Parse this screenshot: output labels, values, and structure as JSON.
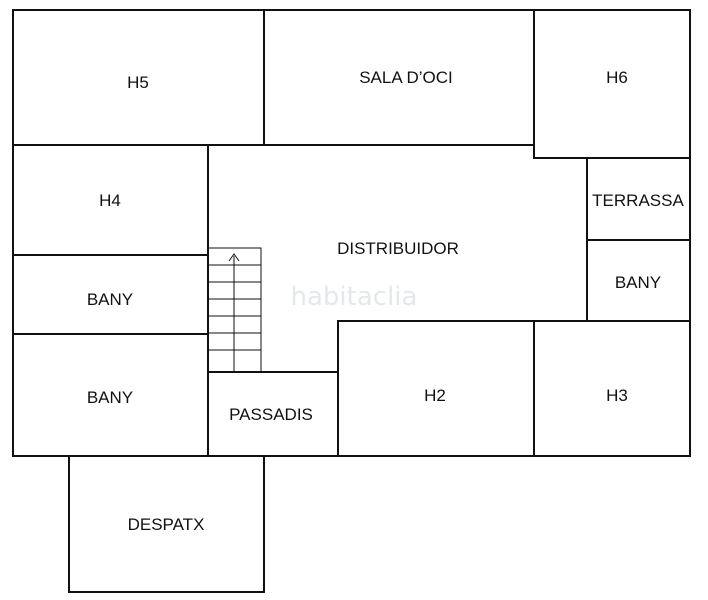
{
  "floor_plan": {
    "rooms": {
      "h5": "H5",
      "sala_oci": "SALA D’OCI",
      "h6": "H6",
      "h4": "H4",
      "distribuidor": "DISTRIBUIDOR",
      "terrassa": "TERRASSA",
      "bany_left_upper": "BANY",
      "bany_right": "BANY",
      "bany_left_lower": "BANY",
      "passadis": "PASSADIS",
      "h2": "H2",
      "h3": "H3",
      "despatx": "DESPATX"
    },
    "watermark": "habitaclia",
    "colors": {
      "walls": "#111111",
      "background": "#ffffff",
      "watermark": "#cfd6dc"
    }
  }
}
